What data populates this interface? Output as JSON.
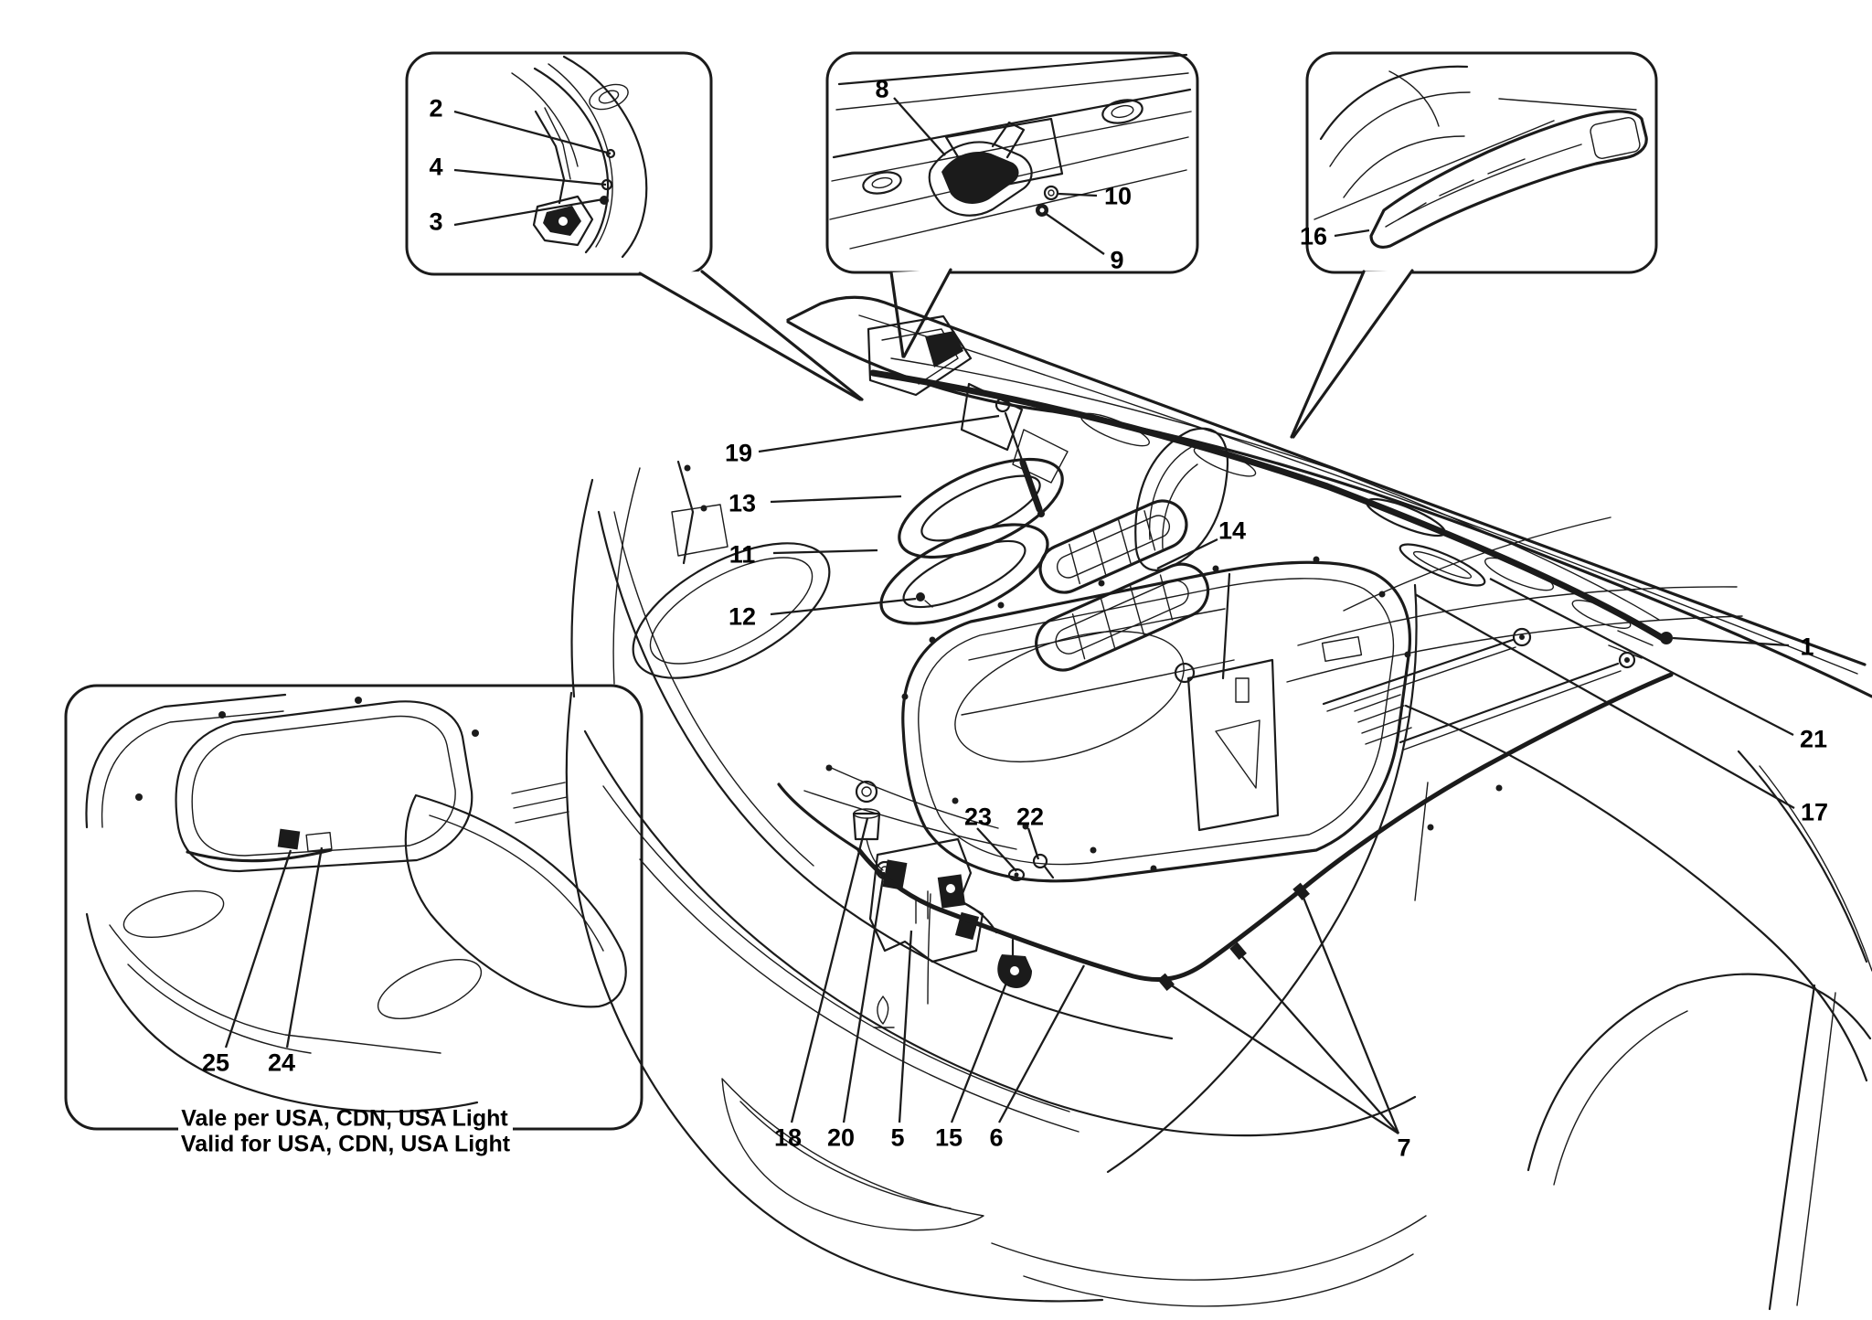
{
  "figure": {
    "background": "#ffffff",
    "line_color": "#1b1b1b"
  },
  "callouts": {
    "c1": {
      "label": "1"
    },
    "c2": {
      "label": "2"
    },
    "c3": {
      "label": "3"
    },
    "c4": {
      "label": "4"
    },
    "c5": {
      "label": "5"
    },
    "c6": {
      "label": "6"
    },
    "c7": {
      "label": "7"
    },
    "c8": {
      "label": "8"
    },
    "c9": {
      "label": "9"
    },
    "c10": {
      "label": "10"
    },
    "c11": {
      "label": "11"
    },
    "c12": {
      "label": "12"
    },
    "c13": {
      "label": "13"
    },
    "c14": {
      "label": "14"
    },
    "c15": {
      "label": "15"
    },
    "c16": {
      "label": "16"
    },
    "c17": {
      "label": "17"
    },
    "c18": {
      "label": "18"
    },
    "c19": {
      "label": "19"
    },
    "c20": {
      "label": "20"
    },
    "c21": {
      "label": "21"
    },
    "c22": {
      "label": "22"
    },
    "c23": {
      "label": "23"
    },
    "c24": {
      "label": "24"
    },
    "c25": {
      "label": "25"
    }
  },
  "insets": {
    "usa_variant": {
      "caption_line1": "Vale per USA, CDN, USA Light",
      "caption_line2": "Valid for USA, CDN, USA Light"
    }
  }
}
